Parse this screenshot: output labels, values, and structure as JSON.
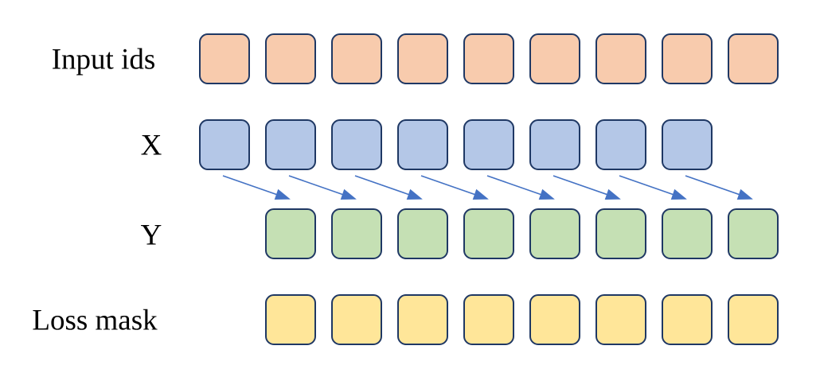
{
  "diagram": {
    "description_rows": [
      {
        "id": "input_ids",
        "label": "Input ids",
        "count": 9,
        "fill": "#F8CBAD",
        "start_col": 0
      },
      {
        "id": "x",
        "label": "X",
        "count": 8,
        "fill": "#B4C7E7",
        "start_col": 0
      },
      {
        "id": "y",
        "label": "Y",
        "count": 8,
        "fill": "#C5E0B4",
        "start_col": 1
      },
      {
        "id": "loss_mask",
        "label": "Loss mask",
        "count": 8,
        "fill": "#FFE699",
        "start_col": 1
      }
    ],
    "arrows": {
      "count": 8,
      "color": "#4472C4",
      "from_row": "X",
      "to_row": "Y"
    },
    "colors": {
      "box_border": "#1F3864",
      "background": "#FFFFFF",
      "label_text": "#000000"
    }
  }
}
